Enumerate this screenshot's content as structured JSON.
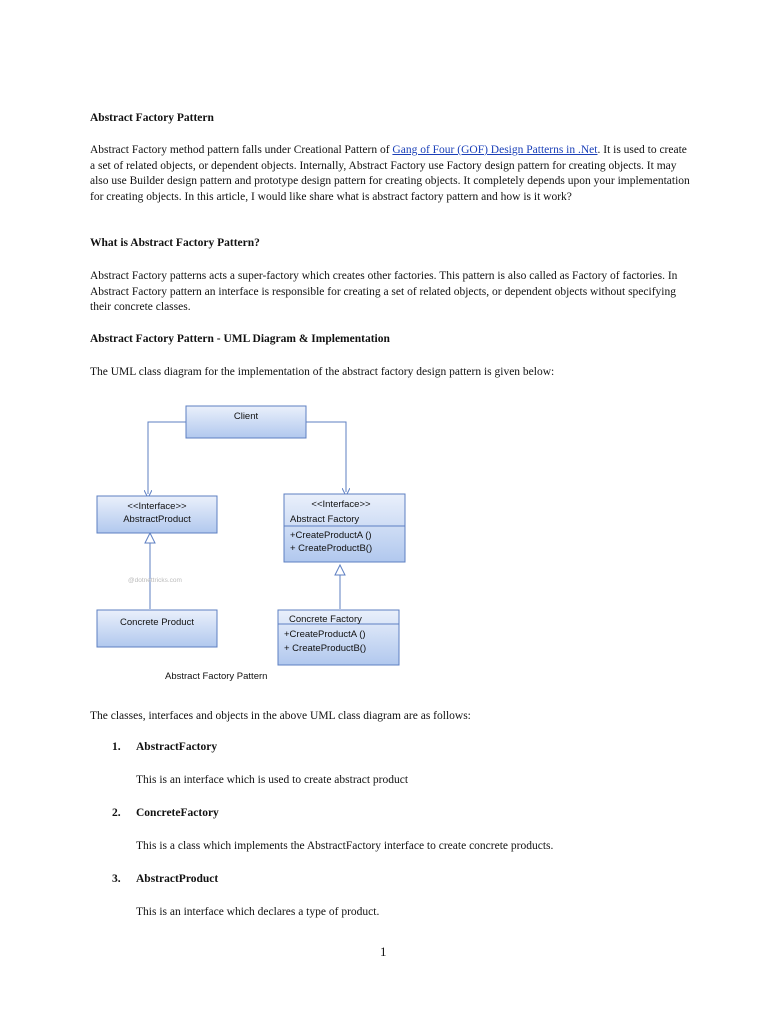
{
  "heading1": "Abstract Factory Pattern",
  "intro": {
    "before_link": "Abstract Factory method pattern falls under Creational Pattern of ",
    "link_text": "Gang of Four (GOF) Design Patterns in .Net",
    "after_link": ". It is used to create a set of related objects, or dependent objects. Internally, Abstract Factory use Factory design pattern for creating objects. It may also use Builder design pattern and prototype design pattern for creating objects. It completely depends upon your implementation for creating objects. In this article, I would like share what is abstract factory pattern and how is it work?"
  },
  "heading2": "What is Abstract Factory Pattern?",
  "para2": "Abstract Factory patterns acts a super-factory which creates other factories. This pattern is also called as Factory of factories. In Abstract Factory pattern an interface is responsible for creating a set of related objects, or dependent objects without specifying their concrete classes.",
  "heading3": "Abstract Factory Pattern - UML Diagram & Implementation",
  "para3": "The UML class diagram for the implementation of the abstract factory design pattern is given below:",
  "diagram": {
    "client": "Client",
    "abstract_product": {
      "stereotype": "<<Interface>>",
      "name": "AbstractProduct"
    },
    "abstract_factory": {
      "stereotype": "<<Interface>>",
      "name": "Abstract Factory",
      "methods": [
        "+CreateProductA ()",
        "+ CreateProductB()"
      ]
    },
    "concrete_product": "Concrete Product",
    "concrete_factory": {
      "name": "Concrete Factory",
      "methods": [
        "+CreateProductA ()",
        "+ CreateProductB()"
      ]
    },
    "watermark": "@dotnettricks.com",
    "caption": "Abstract Factory Pattern"
  },
  "para4": "The classes, interfaces and objects in the above UML class diagram are as follows:",
  "list": [
    {
      "num": "1.",
      "title": "AbstractFactory",
      "desc": "This is an interface which is used to create abstract product"
    },
    {
      "num": "2.",
      "title": "ConcreteFactory",
      "desc": "This is a class which implements the AbstractFactory interface to create concrete products."
    },
    {
      "num": "3.",
      "title": "AbstractProduct",
      "desc": "This is an interface which declares a type of product."
    }
  ],
  "page_number": "1",
  "colors": {
    "link": "#1a3fb8",
    "box_top": "#e8effb",
    "box_bottom": "#b3c9ec",
    "box_border": "#5d7fc2"
  }
}
